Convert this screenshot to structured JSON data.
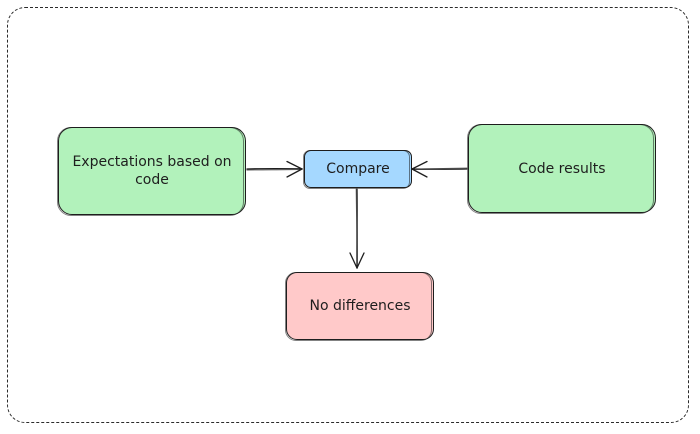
{
  "diagram": {
    "nodes": [
      {
        "id": "expectations",
        "label": "Expectations based on code",
        "fill": "#b2f2bb"
      },
      {
        "id": "compare",
        "label": "Compare",
        "fill": "#a5d8ff"
      },
      {
        "id": "results",
        "label": "Code results",
        "fill": "#b2f2bb"
      },
      {
        "id": "nodiff",
        "label": "No differences",
        "fill": "#ffc9c9"
      }
    ],
    "edges": [
      {
        "from": "expectations",
        "to": "compare"
      },
      {
        "from": "results",
        "to": "compare"
      },
      {
        "from": "compare",
        "to": "nodiff"
      }
    ],
    "stroke_color": "#1e1e1e",
    "frame_style": "dashed"
  }
}
